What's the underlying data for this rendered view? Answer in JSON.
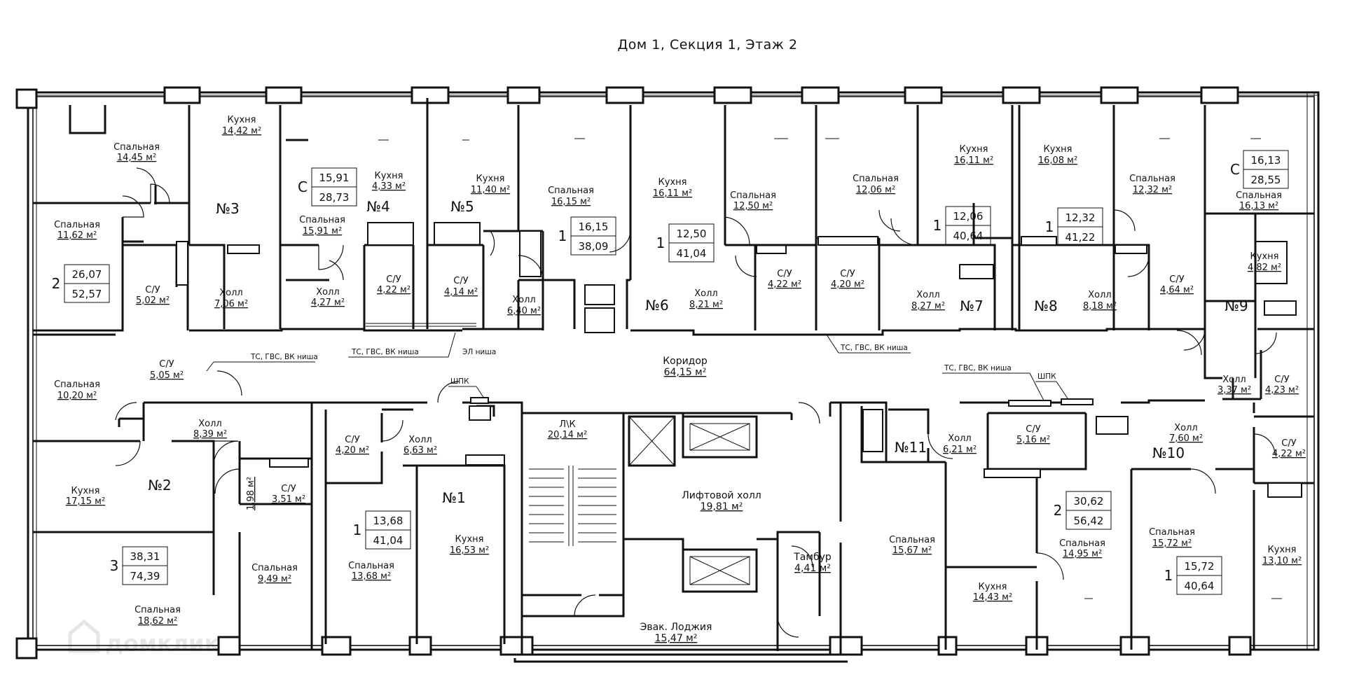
{
  "title": "Дом 1, Секция 1, Этаж 2",
  "watermark": "домклик",
  "rooms": [
    {
      "id": "r-a3-bed1",
      "name": "Спальная",
      "area": "14,45 м²"
    },
    {
      "id": "r-a3-kitchen",
      "name": "Кухня",
      "area": "14,42 м²"
    },
    {
      "id": "r-a2-bed1",
      "name": "Спальная",
      "area": "11,62 м²"
    },
    {
      "id": "r-a2-wc1",
      "name": "С/У",
      "area": "5,02 м²"
    },
    {
      "id": "r-a3-hall",
      "name": "Холл",
      "area": "7,06 м²"
    },
    {
      "id": "r-a4-kitchen",
      "name": "Кухня",
      "area": "4,33 м²"
    },
    {
      "id": "r-a4-bed",
      "name": "Спальная",
      "area": "15,91 м²"
    },
    {
      "id": "r-a4-hall",
      "name": "Холл",
      "area": "4,27 м²"
    },
    {
      "id": "r-a4-wc",
      "name": "С/У",
      "area": "4,22 м²"
    },
    {
      "id": "r-a5-kitchen",
      "name": "Кухня",
      "area": "11,40 м²"
    },
    {
      "id": "r-a5-wc",
      "name": "С/У",
      "area": "4,14 м²"
    },
    {
      "id": "r-a5-hall",
      "name": "Холл",
      "area": "6,40 м²"
    },
    {
      "id": "r-a5-bed",
      "name": "Спальная",
      "area": "16,15 м²"
    },
    {
      "id": "r-a6-kitchen",
      "name": "Кухня",
      "area": "16,11 м²"
    },
    {
      "id": "r-a6-bed",
      "name": "Спальная",
      "area": "12,50 м²"
    },
    {
      "id": "r-a6-hall",
      "name": "Холл",
      "area": "8,21 м²"
    },
    {
      "id": "r-a6-wc",
      "name": "С/У",
      "area": "4,22 м²"
    },
    {
      "id": "r-a7-wc",
      "name": "С/У",
      "area": "4,20 м²"
    },
    {
      "id": "r-a7-bed",
      "name": "Спальная",
      "area": "12,06 м²"
    },
    {
      "id": "r-a7-kitchen",
      "name": "Кухня",
      "area": "16,11 м²"
    },
    {
      "id": "r-a7-hall",
      "name": "Холл",
      "area": "8,27 м²"
    },
    {
      "id": "r-a8-kitchen",
      "name": "Кухня",
      "area": "16,08 м²"
    },
    {
      "id": "r-a8-bed",
      "name": "Спальная",
      "area": "12,32 м²"
    },
    {
      "id": "r-a8-hall",
      "name": "Холл",
      "area": "8,18 м²"
    },
    {
      "id": "r-a8-wc",
      "name": "С/У",
      "area": "4,64 м²"
    },
    {
      "id": "r-a9-bed",
      "name": "Спальная",
      "area": "16,13 м²"
    },
    {
      "id": "r-a9-kitchen",
      "name": "Кухня",
      "area": "4,82 м²"
    },
    {
      "id": "r-a9-hall",
      "name": "Холл",
      "area": "3,37 м²"
    },
    {
      "id": "r-a9-wc",
      "name": "С/У",
      "area": "4,23 м²"
    },
    {
      "id": "r-corridor",
      "name": "Коридор",
      "area": "64,15 м²"
    },
    {
      "id": "r-a2-bed2",
      "name": "Спальная",
      "area": "10,20 м²"
    },
    {
      "id": "r-a2-wc2",
      "name": "С/У",
      "area": "5,05 м²"
    },
    {
      "id": "r-a2-hall",
      "name": "Холл",
      "area": "8,39 м²"
    },
    {
      "id": "r-a2-kitchen",
      "name": "Кухня",
      "area": "17,15 м²"
    },
    {
      "id": "r-a2-small",
      "name": "",
      "area": "1,98 м²"
    },
    {
      "id": "r-a2-wc3",
      "name": "С/У",
      "area": "3,51 м²"
    },
    {
      "id": "r-a2-bed3",
      "name": "Спальная",
      "area": "9,49 м²"
    },
    {
      "id": "r-a2-bed4",
      "name": "Спальная",
      "area": "18,62 м²"
    },
    {
      "id": "r-a1-wc",
      "name": "С/У",
      "area": "4,20 м²"
    },
    {
      "id": "r-a1-hall",
      "name": "Холл",
      "area": "6,63 м²"
    },
    {
      "id": "r-a1-bed",
      "name": "Спальная",
      "area": "13,68 м²"
    },
    {
      "id": "r-a1-kitchen",
      "name": "Кухня",
      "area": "16,53 м²"
    },
    {
      "id": "r-stair",
      "name": "Л\\К",
      "area": "20,14 м²"
    },
    {
      "id": "r-lift-hall",
      "name": "Лифтовой холл",
      "area": "19,81 м²"
    },
    {
      "id": "r-tambur",
      "name": "Тамбур",
      "area": "4,41 м²"
    },
    {
      "id": "r-loggia",
      "name": "Эвак. Лоджия",
      "area": "15,47 м²"
    },
    {
      "id": "r-a11-hall",
      "name": "Холл",
      "area": "6,21 м²"
    },
    {
      "id": "r-a11-wc",
      "name": "С/У",
      "area": "5,16 м²"
    },
    {
      "id": "r-a11-bed1",
      "name": "Спальная",
      "area": "15,67 м²"
    },
    {
      "id": "r-a11-kitchen",
      "name": "Кухня",
      "area": "14,43 м²"
    },
    {
      "id": "r-a11-bed2",
      "name": "Спальная",
      "area": "14,95 м²"
    },
    {
      "id": "r-a10-hall",
      "name": "Холл",
      "area": "7,60 м²"
    },
    {
      "id": "r-a10-wc",
      "name": "С/У",
      "area": "4,22 м²"
    },
    {
      "id": "r-a10-bed",
      "name": "Спальная",
      "area": "15,72 м²"
    },
    {
      "id": "r-a10-kitchen",
      "name": "Кухня",
      "area": "13,10 м²"
    }
  ],
  "apartments": [
    {
      "id": "apt-3",
      "number": "№3"
    },
    {
      "id": "apt-4",
      "number": "№4"
    },
    {
      "id": "apt-5",
      "number": "№5"
    },
    {
      "id": "apt-6",
      "number": "№6"
    },
    {
      "id": "apt-7",
      "number": "№7"
    },
    {
      "id": "apt-8",
      "number": "№8"
    },
    {
      "id": "apt-9",
      "number": "№9"
    },
    {
      "id": "apt-2",
      "number": "№2"
    },
    {
      "id": "apt-1",
      "number": "№1"
    },
    {
      "id": "apt-11",
      "number": "№11"
    },
    {
      "id": "apt-10",
      "number": "№10"
    }
  ],
  "info_boxes": [
    {
      "id": "box-4",
      "rooms": "С",
      "living": "15,91",
      "total": "28,73"
    },
    {
      "id": "box-2a",
      "rooms": "2",
      "living": "26,07",
      "total": "52,57"
    },
    {
      "id": "box-5",
      "rooms": "1",
      "living": "16,15",
      "total": "38,09"
    },
    {
      "id": "box-6",
      "rooms": "1",
      "living": "12,50",
      "total": "41,04"
    },
    {
      "id": "box-7",
      "rooms": "1",
      "living": "12,06",
      "total": "40,64"
    },
    {
      "id": "box-8",
      "rooms": "1",
      "living": "12,32",
      "total": "41,22"
    },
    {
      "id": "box-9",
      "rooms": "С",
      "living": "16,13",
      "total": "28,55"
    },
    {
      "id": "box-3",
      "rooms": "3",
      "living": "38,31",
      "total": "74,39"
    },
    {
      "id": "box-1",
      "rooms": "1",
      "living": "13,68",
      "total": "41,04"
    },
    {
      "id": "box-11",
      "rooms": "2",
      "living": "30,62",
      "total": "56,42"
    },
    {
      "id": "box-10",
      "rooms": "1",
      "living": "15,72",
      "total": "40,64"
    }
  ],
  "niches": [
    {
      "id": "niche-1",
      "text": "ТС, ГВС, ВК ниша"
    },
    {
      "id": "niche-2",
      "text": "ТС, ГВС, ВК ниша"
    },
    {
      "id": "niche-3",
      "text": "ЭЛ ниша"
    },
    {
      "id": "niche-4",
      "text": "ТС, ГВС, ВК ниша"
    },
    {
      "id": "niche-5",
      "text": "ТС, ГВС, ВК ниша"
    },
    {
      "id": "shpk-1",
      "text": "ШПК"
    },
    {
      "id": "shpk-2",
      "text": "ШПК"
    }
  ]
}
